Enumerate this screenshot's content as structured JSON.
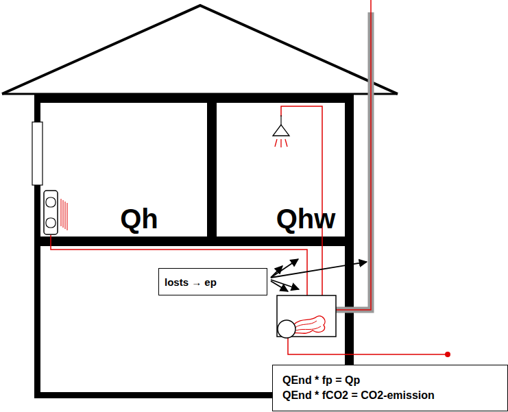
{
  "diagram": {
    "nodes": [
      {
        "text": [
          "Qh"
        ]
      },
      {
        "text": [
          "Qhw"
        ]
      },
      {
        "text": [
          "losts → ep"
        ]
      },
      {
        "text": [
          "QEnd * fp = Qp",
          "QEnd * fCO2 = CO2-emission"
        ]
      }
    ]
  }
}
